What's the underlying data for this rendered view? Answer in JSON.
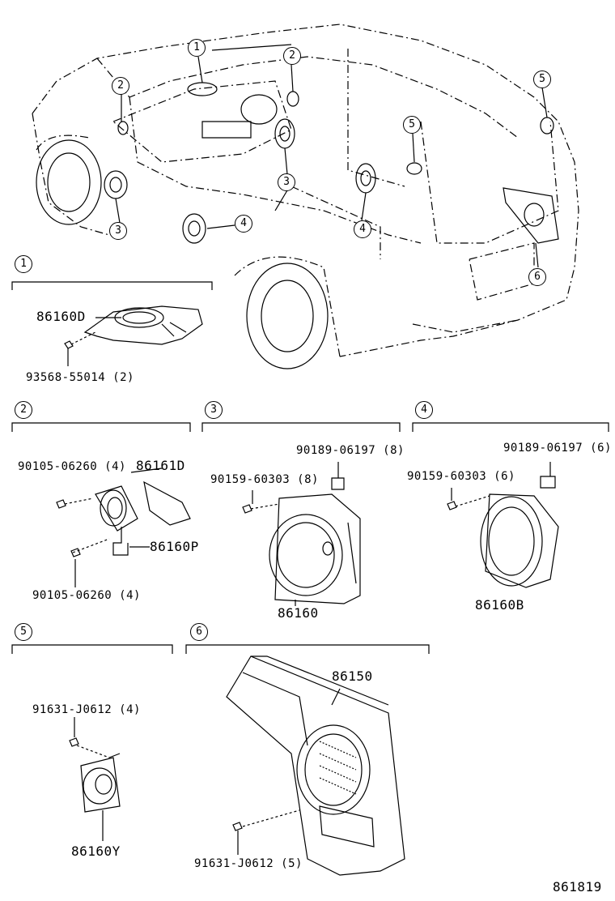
{
  "callouts": [
    "1",
    "2",
    "3",
    "4",
    "5",
    "6"
  ],
  "sections": {
    "s1": {
      "number": "1",
      "parts": [
        "86160D",
        "93568-55014 (2)"
      ]
    },
    "s2": {
      "number": "2",
      "parts": [
        "90105-06260 (4)",
        "86161D",
        "86160P",
        "90105-06260 (4)"
      ]
    },
    "s3": {
      "number": "3",
      "parts": [
        "90189-06197 (8)",
        "90159-60303 (8)",
        "86160"
      ]
    },
    "s4": {
      "number": "4",
      "parts": [
        "90189-06197 (6)",
        "90159-60303 (6)",
        "86160B"
      ]
    },
    "s5": {
      "number": "5",
      "parts": [
        "91631-J0612 (4)",
        "86160Y"
      ]
    },
    "s6": {
      "number": "6",
      "parts": [
        "86150",
        "91631-J0612 (5)"
      ]
    }
  },
  "diagram_id": "861819"
}
